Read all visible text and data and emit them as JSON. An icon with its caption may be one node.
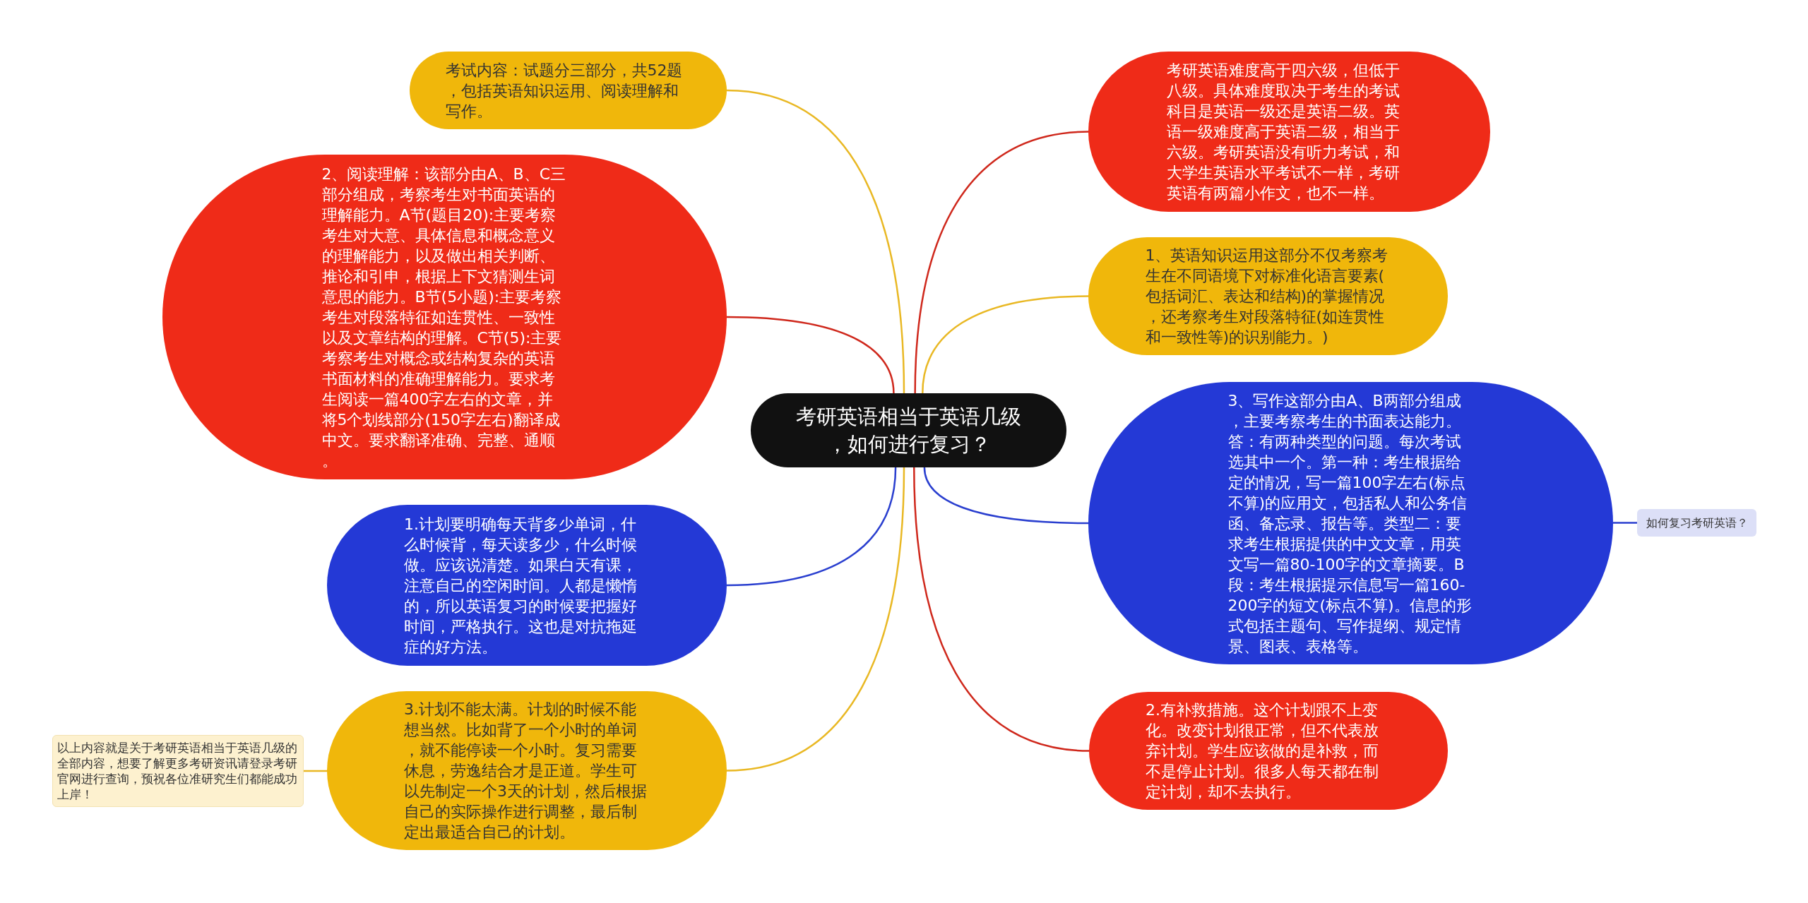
{
  "diagram": {
    "nodes": [
      {
        "text": [
          "考研英语相当于英语几级，如何进行复习？"
        ]
      },
      {
        "text": [
          "考试内容：试题分三部分，共52题，包括英语知识运用、阅读理解和写作。"
        ]
      },
      {
        "text": [
          "2、阅读理解：该部分由A、B、C三部分组成，考察考生对书面英语的理解能力。A节(题目20):主要考察考生对大意、具体信息和概念意义的理解能力，以及做出相关判断、推论和引申，根据上下文猜测生词意思的能力。B节(5小题):主要考察考生对段落特征如连贯性、一致性以及文章结构的理解。C节(5):主要考察考生对概念或结构复杂的英语书面材料的准确理解能力。要求考生阅读一篇400字左右的文章，并将5个划线部分(150字左右)翻译成中文。要求翻译准确、完整、通顺。"
        ]
      },
      {
        "text": [
          "1.计划要明确每天背多少单词，什么时候背，每天读多少，什么时候做。应该说清楚。如果白天有课，注意自己的空闲时间。人都是懒惰的，所以英语复习的时候要把握好时间，严格执行。这也是对抗拖延症的好方法。"
        ]
      },
      {
        "text": [
          "3.计划不能太满。计划的时候不能想当然。比如背了一个小时的单词，就不能停读一个小时。复习需要休息，劳逸结合才是正道。学生可以先制定一个3天的计划，然后根据自己的实际操作进行调整，最后制定出最适合自己的计划。"
        ]
      },
      {
        "text": [
          "以上内容就是关于考研英语相当于英语几级的全部内容，想要了解更多考研资讯请登录考研官网进行查询，预祝各位准研究生们都能成功上岸！"
        ]
      },
      {
        "text": [
          "考研英语难度高于四六级，但低于八级。具体难度取决于考生的考试科目是英语一级还是英语二级。英语一级难度高于英语二级，相当于六级。考研英语没有听力考试，和大学生英语水平考试不一样，考研英语有两篇小作文，也不一样。"
        ]
      },
      {
        "text": [
          "1、英语知识运用这部分不仅考察考生在不同语境下对标准化语言要素(包括词汇、表达和结构)的掌握情况，还考察考生对段落特征(如连贯性和一致性等)的识别能力。)"
        ]
      },
      {
        "text": [
          "3、写作这部分由A、B两部分组成，主要考察考生的书面表达能力。答：有两种类型的问题。每次考试选其中一个。第一种：考生根据给定的情况，写一篇100字左右(标点不算)的应用文，包括私人和公务信函、备忘录、报告等。类型二：要求考生根据提供的中文文章，用英文写一篇80-100字的文章摘要。B段：考生根据提示信息写一篇160-200字的短文(标点不算)。信息的形式包括主题句、写作提纲、规定情景、图表、表格等。"
        ]
      },
      {
        "text": [
          "如何复习考研英语？"
        ]
      },
      {
        "text": [
          "2.有补救措施。这个计划跟不上变化。改变计划很正常，但不代表放弃计划。学生应该做的是补救，而不是停止计划。很多人每天都在制定计划，却不去执行。"
        ]
      }
    ],
    "edges": [
      {
        "from": 0,
        "to": 1,
        "arrow": "none",
        "color": "#e9b824"
      },
      {
        "from": 0,
        "to": 2,
        "arrow": "none",
        "color": "#cf281c"
      },
      {
        "from": 0,
        "to": 3,
        "arrow": "none",
        "color": "#2a3fcf"
      },
      {
        "from": 0,
        "to": 4,
        "arrow": "none",
        "color": "#e9b824"
      },
      {
        "from": 4,
        "to": 5,
        "arrow": "none",
        "color": "#e9b824"
      },
      {
        "from": 0,
        "to": 6,
        "arrow": "none",
        "color": "#cf281c"
      },
      {
        "from": 0,
        "to": 7,
        "arrow": "none",
        "color": "#e9b824"
      },
      {
        "from": 0,
        "to": 8,
        "arrow": "none",
        "color": "#2a3fcf"
      },
      {
        "from": 8,
        "to": 9,
        "arrow": "none",
        "color": "#2a3fcf"
      },
      {
        "from": 0,
        "to": 10,
        "arrow": "none",
        "color": "#cf281c"
      }
    ]
  }
}
